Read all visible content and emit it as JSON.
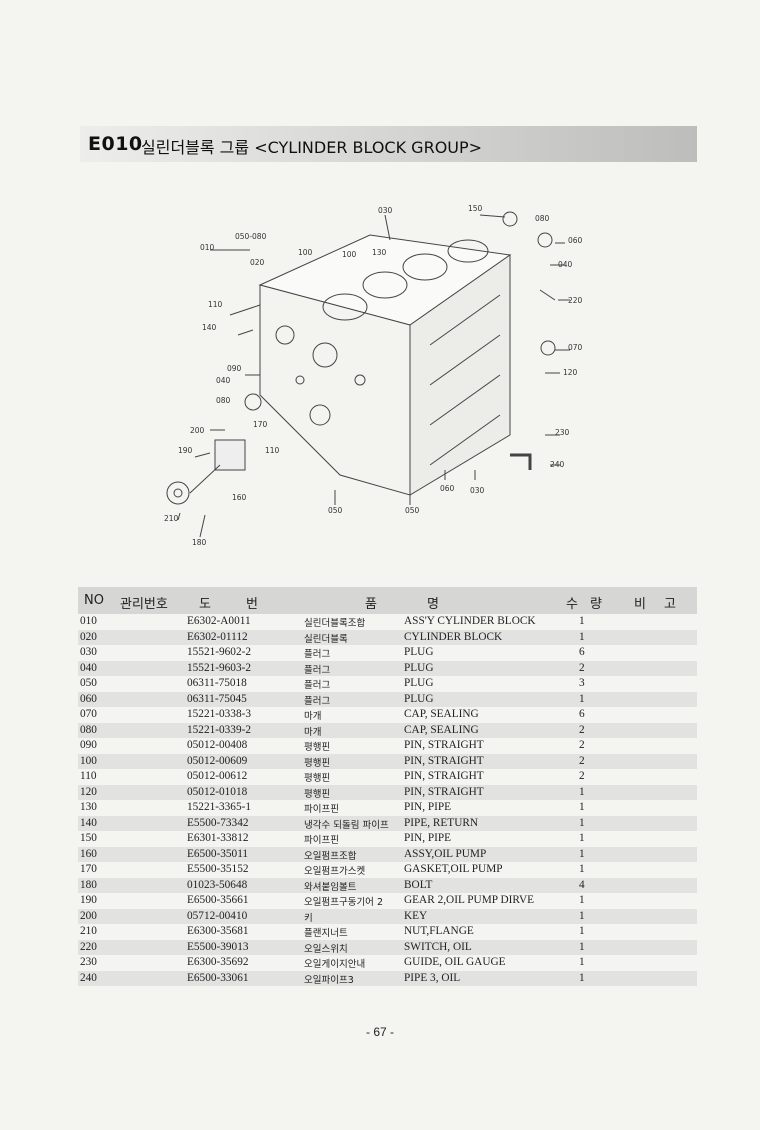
{
  "header": {
    "code": "E010",
    "title": "실린더블록 그룹 <CYLINDER BLOCK GROUP>"
  },
  "diagram": {
    "callouts": [
      "030",
      "150",
      "080",
      "060",
      "040",
      "220",
      "070",
      "120",
      "230",
      "240",
      "050-080",
      "010",
      "020",
      "100",
      "100",
      "130",
      "110",
      "140",
      "090",
      "040",
      "080",
      "170",
      "200",
      "110",
      "190",
      "160",
      "210",
      "180",
      "050",
      "050",
      "060",
      "030"
    ]
  },
  "table": {
    "headers": {
      "no": "NO",
      "mgmt": "관리번호",
      "draw1": "도",
      "draw2": "번",
      "name1": "품",
      "name2": "명",
      "qty1": "수",
      "qty2": "량",
      "note1": "비",
      "note2": "고"
    },
    "rows": [
      {
        "no": "010",
        "part": "E6302-A0011",
        "kor": "실린더블록조합",
        "eng": "ASS'Y CYLINDER BLOCK",
        "qty": "1"
      },
      {
        "no": "020",
        "part": "E6302-01112",
        "kor": "실린더블록",
        "eng": "CYLINDER BLOCK",
        "qty": "1"
      },
      {
        "no": "030",
        "part": "15521-9602-2",
        "kor": "플러그",
        "eng": "PLUG",
        "qty": "6"
      },
      {
        "no": "040",
        "part": "15521-9603-2",
        "kor": "플러그",
        "eng": "PLUG",
        "qty": "2"
      },
      {
        "no": "050",
        "part": "06311-75018",
        "kor": "플러그",
        "eng": "PLUG",
        "qty": "3"
      },
      {
        "no": "060",
        "part": "06311-75045",
        "kor": "플러그",
        "eng": "PLUG",
        "qty": "1"
      },
      {
        "no": "070",
        "part": "15221-0338-3",
        "kor": "마개",
        "eng": "CAP, SEALING",
        "qty": "6"
      },
      {
        "no": "080",
        "part": "15221-0339-2",
        "kor": "마개",
        "eng": "CAP, SEALING",
        "qty": "2"
      },
      {
        "no": "090",
        "part": "05012-00408",
        "kor": "평행핀",
        "eng": "PIN, STRAIGHT",
        "qty": "2"
      },
      {
        "no": "100",
        "part": "05012-00609",
        "kor": "평행핀",
        "eng": "PIN, STRAIGHT",
        "qty": "2"
      },
      {
        "no": "110",
        "part": "05012-00612",
        "kor": "평행핀",
        "eng": "PIN, STRAIGHT",
        "qty": "2"
      },
      {
        "no": "120",
        "part": "05012-01018",
        "kor": "평행핀",
        "eng": "PIN, STRAIGHT",
        "qty": "1"
      },
      {
        "no": "130",
        "part": "15221-3365-1",
        "kor": "파이프핀",
        "eng": "PIN, PIPE",
        "qty": "1"
      },
      {
        "no": "140",
        "part": "E5500-73342",
        "kor": "냉각수 되돌림 파이프",
        "eng": "PIPE, RETURN",
        "qty": "1"
      },
      {
        "no": "150",
        "part": "E6301-33812",
        "kor": "파이프핀",
        "eng": "PIN, PIPE",
        "qty": "1"
      },
      {
        "no": "160",
        "part": "E6500-35011",
        "kor": "오일펌프조합",
        "eng": "ASSY,OIL PUMP",
        "qty": "1"
      },
      {
        "no": "170",
        "part": "E5500-35152",
        "kor": "오일펌프가스켓",
        "eng": "GASKET,OIL PUMP",
        "qty": "1"
      },
      {
        "no": "180",
        "part": "01023-50648",
        "kor": "와셔붙임볼트",
        "eng": "BOLT",
        "qty": "4"
      },
      {
        "no": "190",
        "part": "E6500-35661",
        "kor": "오일펌프구동기어 2",
        "eng": "GEAR 2,OIL PUMP DIRVE",
        "qty": "1"
      },
      {
        "no": "200",
        "part": "05712-00410",
        "kor": "키",
        "eng": "KEY",
        "qty": "1"
      },
      {
        "no": "210",
        "part": "E6300-35681",
        "kor": "플랜지너트",
        "eng": "NUT,FLANGE",
        "qty": "1"
      },
      {
        "no": "220",
        "part": "E5500-39013",
        "kor": "오일스위치",
        "eng": "SWITCH, OIL",
        "qty": "1"
      },
      {
        "no": "230",
        "part": "E6300-35692",
        "kor": "오일게이지안내",
        "eng": "GUIDE, OIL GAUGE",
        "qty": "1"
      },
      {
        "no": "240",
        "part": "E6500-33061",
        "kor": "오일파이프3",
        "eng": "PIPE 3, OIL",
        "qty": "1"
      }
    ]
  },
  "footer": {
    "page": "- 67 -"
  }
}
